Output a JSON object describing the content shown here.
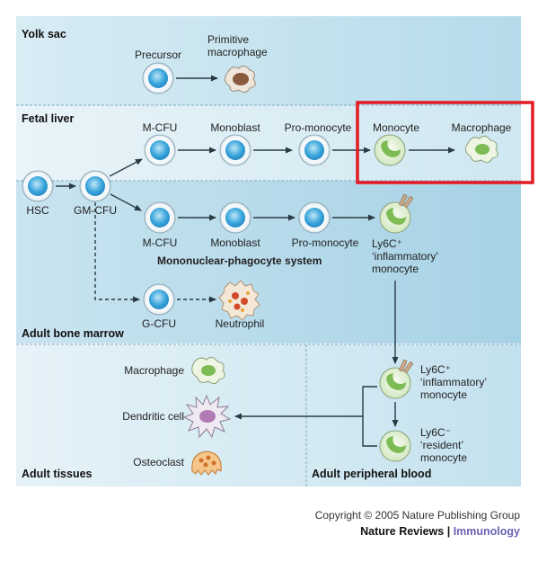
{
  "sections": {
    "yolk_sac": "Yolk sac",
    "fetal_liver": "Fetal liver",
    "adult_bone_marrow": "Adult bone marrow",
    "adult_tissues": "Adult tissues",
    "adult_peripheral_blood": "Adult peripheral blood"
  },
  "cells": {
    "precursor": "Precursor",
    "primitive_macrophage": [
      "Primitive",
      "macrophage"
    ],
    "fl_mcfu": "M-CFU",
    "fl_monoblast": "Monoblast",
    "fl_promonocyte": "Pro-monocyte",
    "fl_monocyte": "Monocyte",
    "fl_macrophage": "Macrophage",
    "hsc": "HSC",
    "gmcfu": "GM-CFU",
    "bm_mcfu": "M-CFU",
    "bm_monoblast": "Monoblast",
    "bm_promonocyte": "Pro-monocyte",
    "bm_ly6c": [
      "Ly6C⁺",
      "‘inflammatory’",
      "monocyte"
    ],
    "system_label": "Mononuclear-phagocyte system",
    "gcfu": "G-CFU",
    "neutrophil": "Neutrophil",
    "tissue_macrophage": "Macrophage",
    "dendritic_cell": "Dendritic cell",
    "osteoclast": "Osteoclast",
    "pb_ly6c_inflammatory": [
      "Ly6C⁺",
      "‘inflammatory’",
      "monocyte"
    ],
    "pb_ly6c_resident": [
      "Ly6C⁻",
      "‘resident’",
      "monocyte"
    ]
  },
  "colors": {
    "panel_light": "#e4f2f8",
    "panel_mid": "#c6e3ef",
    "panel_dark": "#a9d4e6",
    "cell_blue": "#2f9fd8",
    "monocyte_green": "#8fc86a",
    "highlight_red": "#e31b23",
    "journal_purple": "#6b63b5"
  },
  "footer": {
    "copyright": "Copyright © 2005 Nature Publishing Group",
    "journal_name": "Nature Reviews",
    "separator": " | ",
    "journal_sub": "Immunology"
  }
}
